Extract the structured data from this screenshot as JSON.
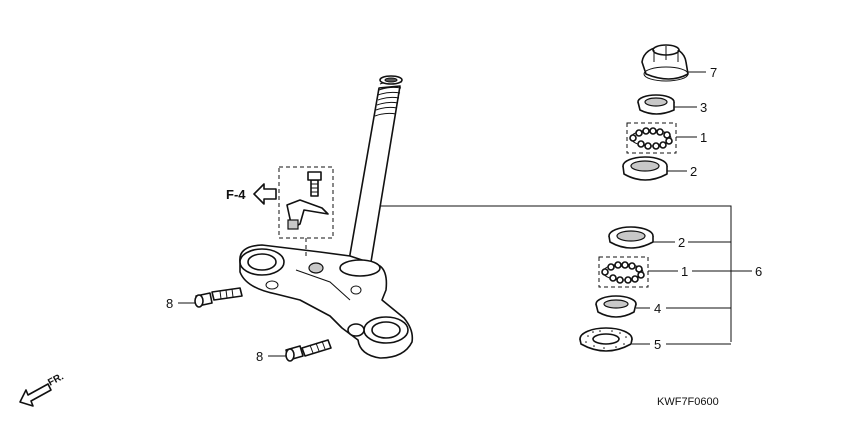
{
  "diagram": {
    "reference_code": "KWF7F0600",
    "forward_label": "FR.",
    "see_figure_label": "F-4",
    "callouts": {
      "c7": "7",
      "c3": "3",
      "c1_upper": "1",
      "c2_upper": "2",
      "c2_lower": "2",
      "c1_lower": "1",
      "c6": "6",
      "c4": "4",
      "c5": "5",
      "c8_upper": "8",
      "c8_lower": "8"
    }
  }
}
